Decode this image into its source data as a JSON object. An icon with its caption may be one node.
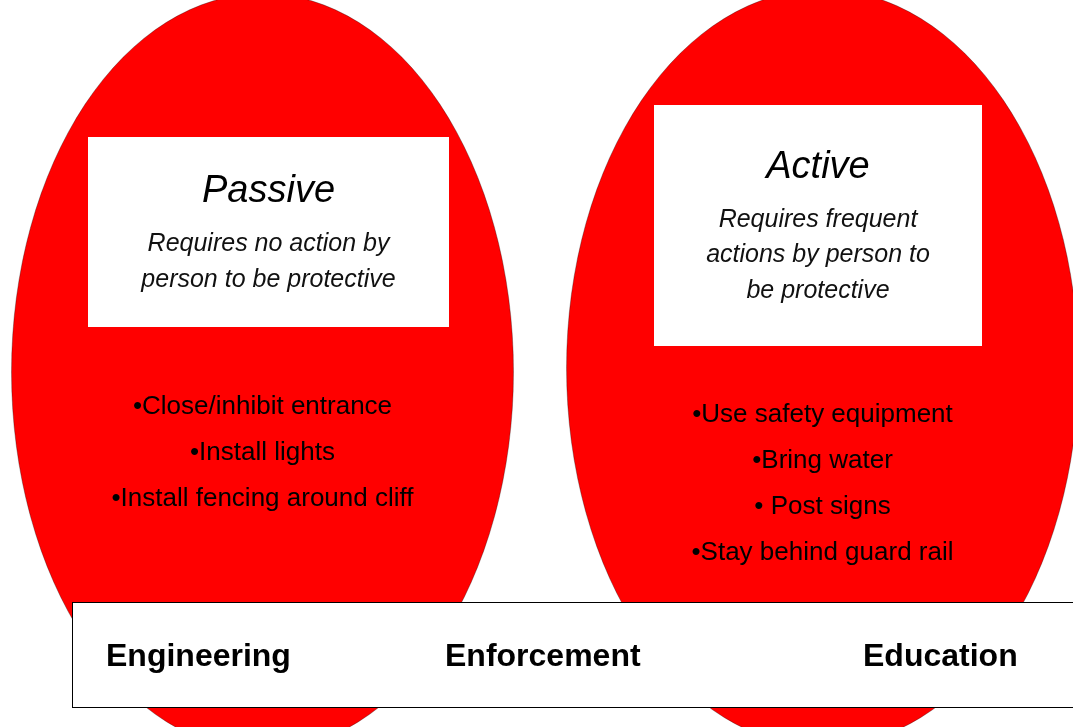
{
  "diagram": {
    "nodes": [
      {
        "text": [
          "•Close/inhibit entrance",
          "•Install lights",
          "•Install fencing around cliff"
        ]
      },
      {
        "text": [
          "Passive",
          "Requires no action by person to be protective"
        ],
        "in": 0
      },
      {
        "text": [
          "•Use safety equipment",
          "•Bring water",
          "• Post signs",
          "•Stay behind guard rail"
        ]
      },
      {
        "text": [
          "Active",
          "Requires frequent actions by person to be protective"
        ],
        "in": 2
      },
      {
        "text": [
          "Engineering",
          "Enforcement",
          "Education"
        ]
      }
    ]
  }
}
